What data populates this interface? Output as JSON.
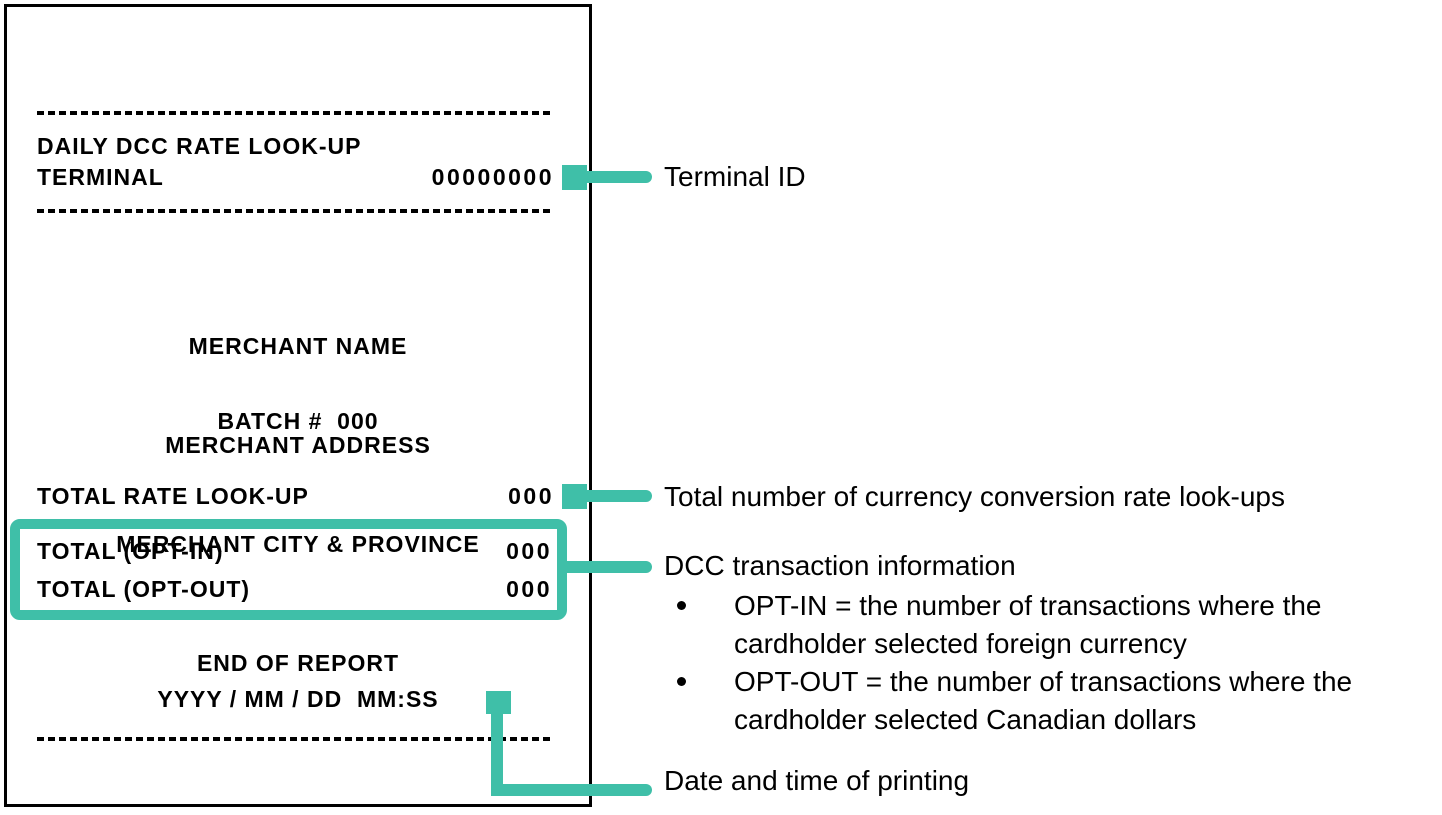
{
  "colors": {
    "accent_teal": "#3FBFA8",
    "text_black": "#000000"
  },
  "receipt": {
    "title": "DAILY DCC RATE LOOK-UP",
    "terminal_label": "TERMINAL",
    "terminal_value": "00000000",
    "merchant_lines": [
      "MERCHANT NAME",
      "MERCHANT ADDRESS",
      "MERCHANT CITY & PROVINCE"
    ],
    "batch_line": "BATCH #  000",
    "total_rate_label": "TOTAL RATE LOOK-UP",
    "total_rate_value": "000",
    "opt_in_label": "TOTAL (OPT-IN)",
    "opt_in_value": "000",
    "opt_out_label": "TOTAL (OPT-OUT)",
    "opt_out_value": "000",
    "end_label": "END OF REPORT",
    "datetime_line": "YYYY / MM / DD  MM:SS"
  },
  "annotations": {
    "terminal_id": "Terminal ID",
    "total_rate": "Total number of currency conversion rate look-ups",
    "dcc_title": "DCC transaction information",
    "dcc_bullets": [
      {
        "lines": [
          "OPT-IN = the number of transactions where the",
          "cardholder selected foreign currency"
        ]
      },
      {
        "lines": [
          "OPT-OUT = the number of transactions where the",
          "cardholder selected Canadian dollars"
        ]
      }
    ],
    "datetime": "Date and time of printing"
  }
}
